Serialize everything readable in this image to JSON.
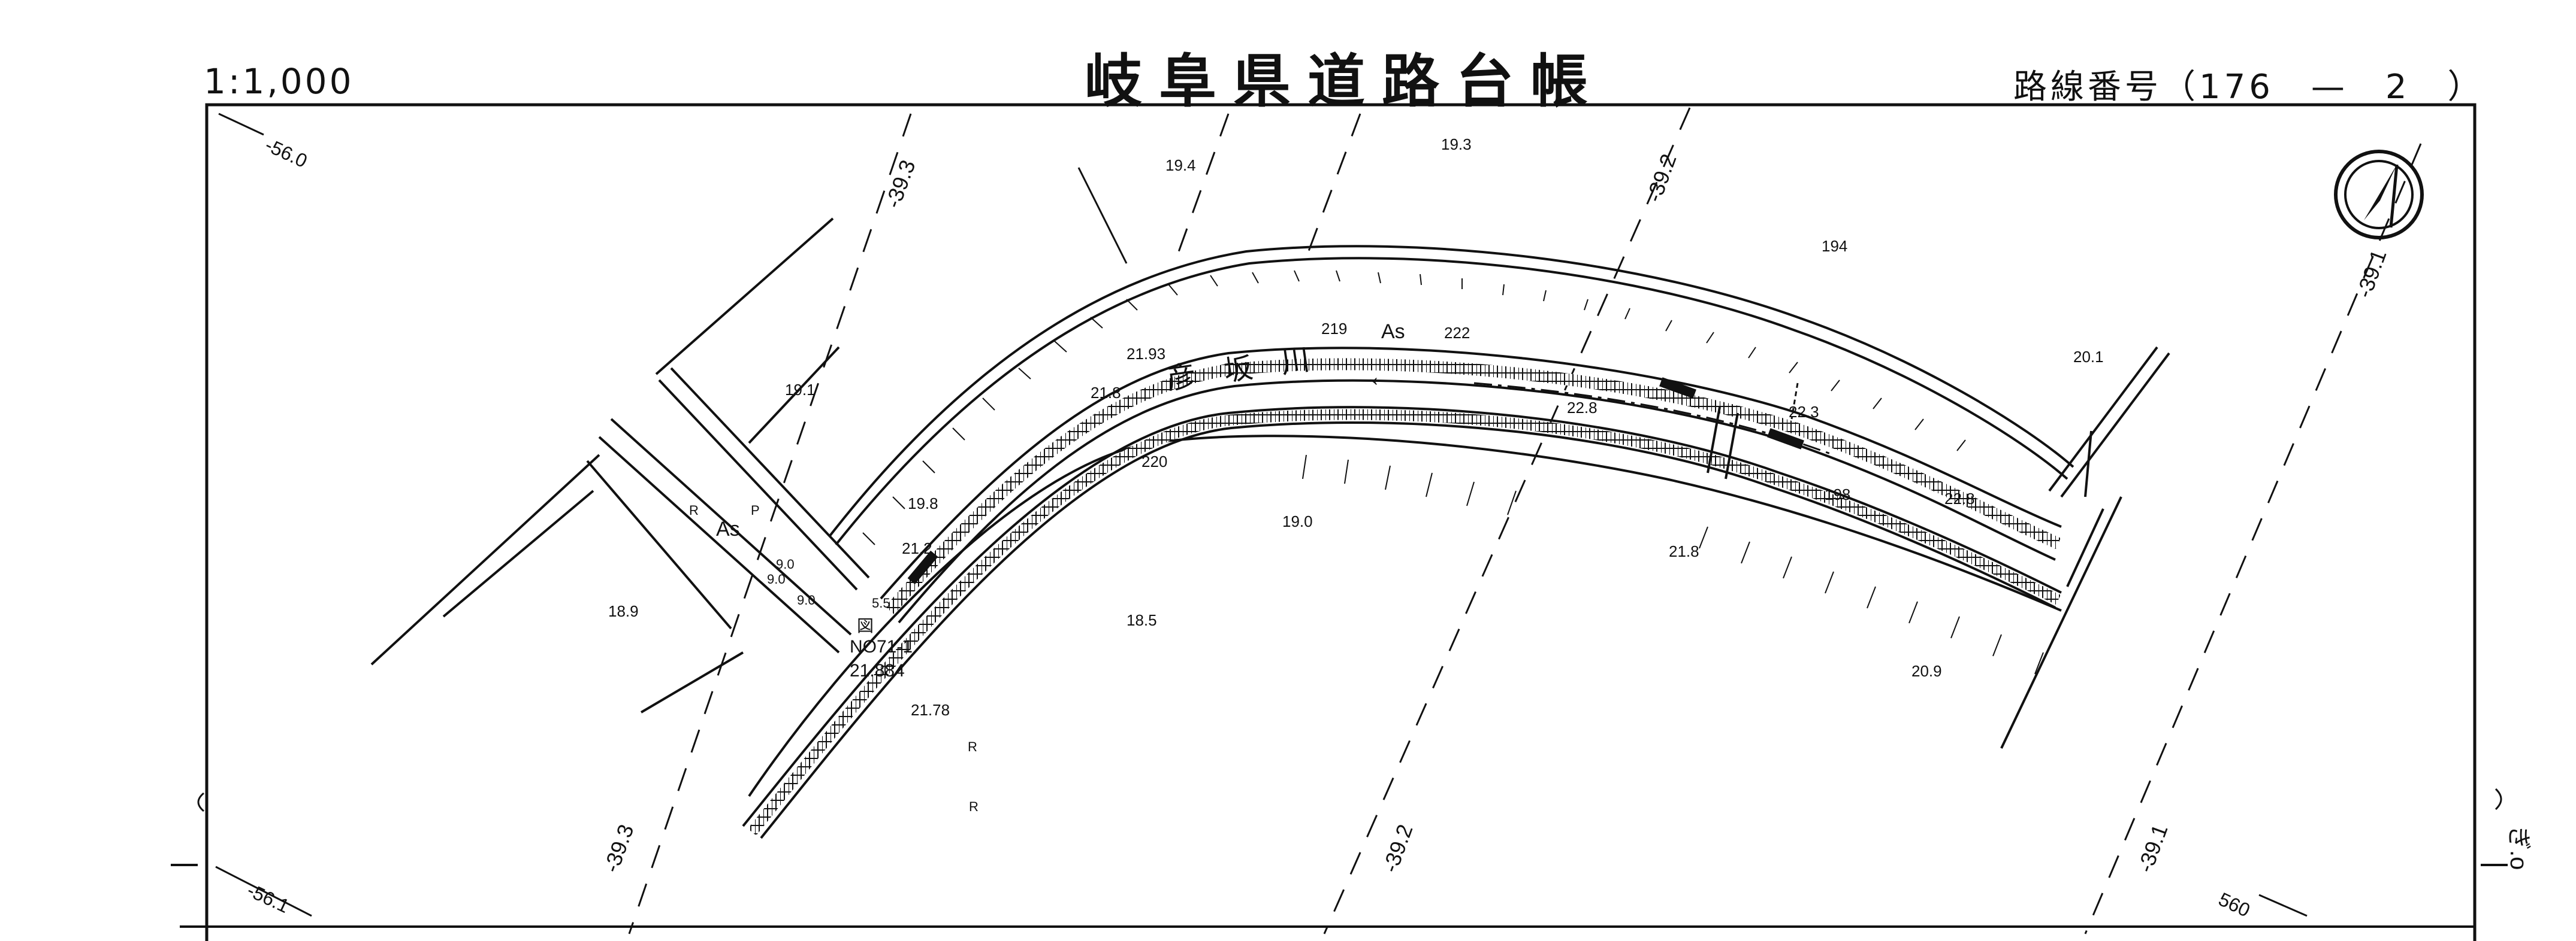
{
  "header": {
    "scale": "1:1,000",
    "title": "岐阜県道路台帳",
    "route_label": "路線番号（176　—　2　）"
  },
  "north_arrow_icon": "north-arrow-icon",
  "map": {
    "grid_labels": {
      "top_left": "-56.0",
      "bottom_left": "-56.1",
      "bottom_right": "560",
      "top_393": "-39.3",
      "top_392": "-39.2",
      "right_391": "-39.1",
      "bottom_393": "-39.3",
      "bottom_392": "-39.2",
      "bottom_391": "-39.1"
    },
    "river_name": "彦　坂　川",
    "benchmark": {
      "name": "NO71-1",
      "elev": "21.884",
      "symbol": "図"
    },
    "elevations": {
      "e194a": "19.4",
      "e193": "19.3",
      "e194b": "194",
      "e201": "20.1",
      "e191": "19.1",
      "e189": "18.9",
      "e198a": "19.8",
      "e212": "21.2",
      "e2193": "21.93",
      "e218a": "21.8",
      "e219": "219",
      "e222a": "222",
      "e228a": "22.8",
      "e223": "22.3",
      "e220": "220",
      "e190": "19.0",
      "e185": "18.5",
      "e2178": "21.78",
      "e218b": "21.8",
      "e198b": "198",
      "e228b": "22.8",
      "e209": "20.9"
    },
    "map_symbols": {
      "as1": "As",
      "as2": "As",
      "r1": "R",
      "r2": "R",
      "r3": "R",
      "p1": "P",
      "w1": "9.0",
      "w2": "9.0",
      "w3": "9.0",
      "w4": "5.5",
      "arrow": "←"
    },
    "margin_note": "ぎ.o"
  }
}
